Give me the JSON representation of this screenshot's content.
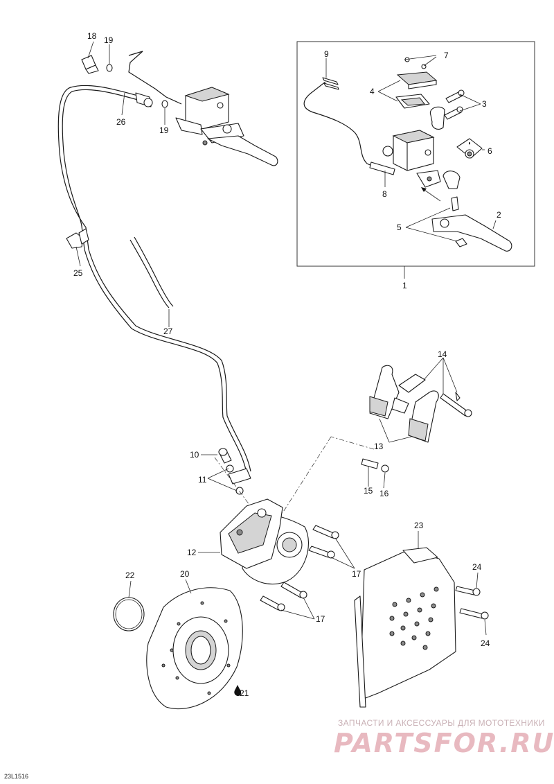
{
  "callouts": {
    "c1": "1",
    "c2": "2",
    "c3": "3",
    "c4": "4",
    "c5": "5",
    "c6": "6",
    "c7": "7",
    "c8": "8",
    "c9": "9",
    "c10": "10",
    "c11": "11",
    "c12": "12",
    "c13": "13",
    "c14": "14",
    "c15": "15",
    "c16": "16",
    "c17a": "17",
    "c17b": "17",
    "c18": "18",
    "c19a": "19",
    "c19b": "19",
    "c20": "20",
    "c21": "21",
    "c22": "22",
    "c23": "23",
    "c24a": "24",
    "c24b": "24",
    "c25": "25",
    "c26": "26",
    "c27": "27"
  },
  "document_id": "23L1516",
  "watermark": {
    "tagline": "ЗАПЧАСТИ И АКСЕССУАРЫ ДЛЯ МОТОТЕХНИКИ",
    "logo": "PARTSFOR.RU"
  },
  "colors": {
    "line": "#1a1a1a",
    "fill": "#ffffff",
    "shade": "#d4d4d4",
    "watermark": "#e8b9c0"
  }
}
